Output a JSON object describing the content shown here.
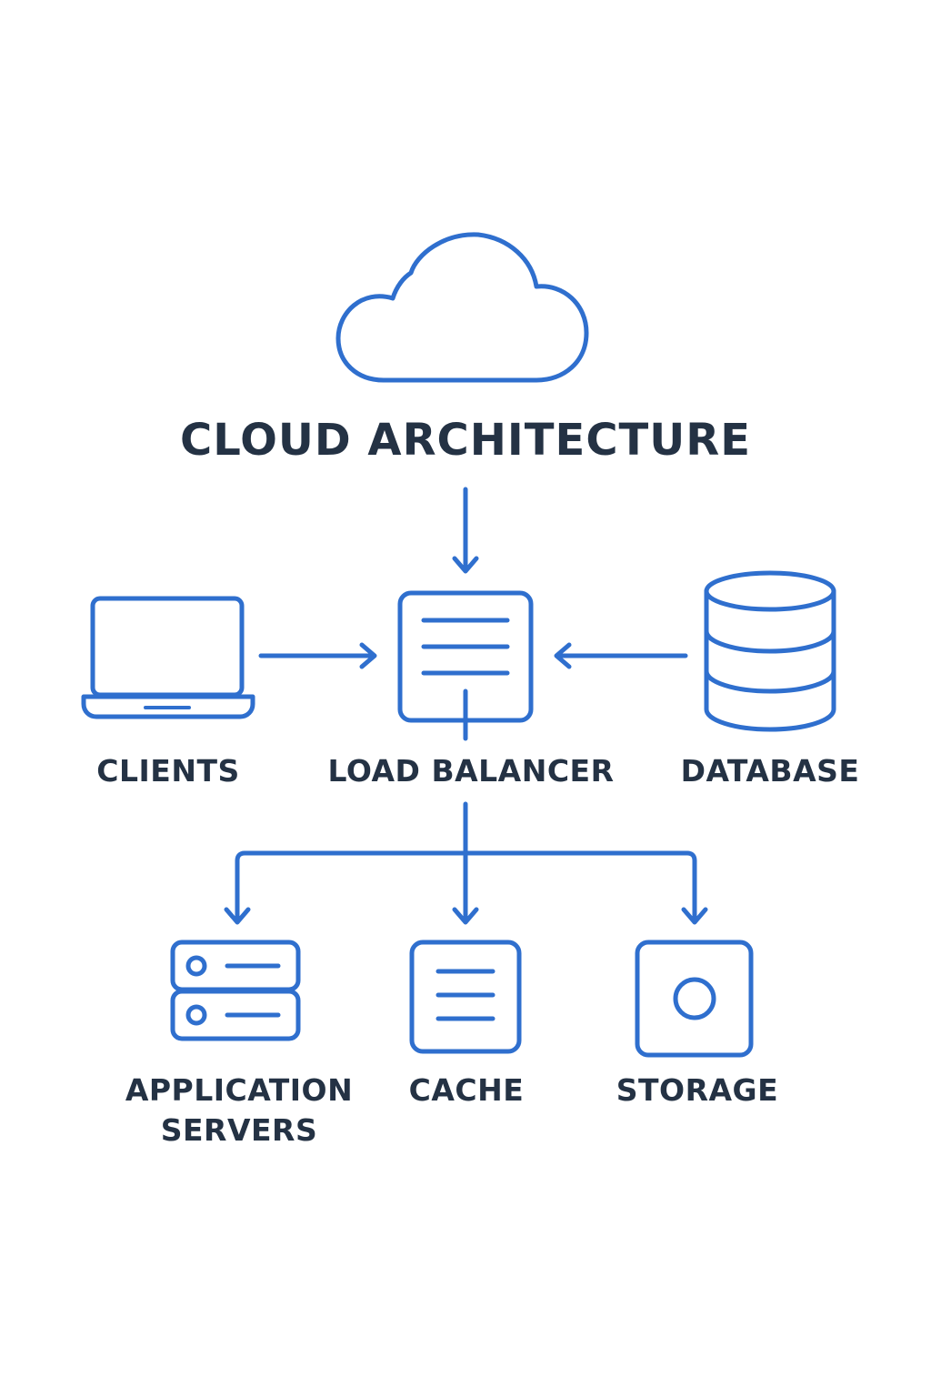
{
  "title": "CLOUD ARCHITECTURE",
  "accent_color": "#2f6fce",
  "text_color": "#243244",
  "nodes": {
    "clients": {
      "label": "CLIENTS",
      "icon": "laptop-icon"
    },
    "load_balancer": {
      "label": "LOAD BALANCER",
      "icon": "load-balancer-icon"
    },
    "database": {
      "label": "DATABASE",
      "icon": "database-icon"
    },
    "application_servers": {
      "label_line1": "APPLICATION",
      "label_line2": "SERVERS",
      "icon": "server-stack-icon"
    },
    "cache": {
      "label": "CACHE",
      "icon": "cache-icon"
    },
    "storage": {
      "label": "STORAGE",
      "icon": "storage-icon"
    }
  },
  "cloud_icon": "cloud-icon",
  "edges": [
    {
      "from": "cloud",
      "to": "load_balancer"
    },
    {
      "from": "clients",
      "to": "load_balancer"
    },
    {
      "from": "database",
      "to": "load_balancer"
    },
    {
      "from": "load_balancer",
      "to": "application_servers"
    },
    {
      "from": "load_balancer",
      "to": "cache"
    },
    {
      "from": "load_balancer",
      "to": "storage"
    }
  ]
}
